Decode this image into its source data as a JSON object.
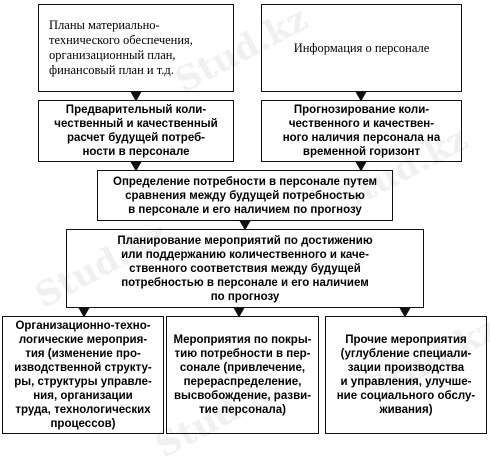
{
  "watermark": "Stud.kz",
  "boxes": {
    "plans": "Планы материально-\nтехнического обеспечения,\nорганизационный план,\nфинансовый план и т.д.",
    "personnel_info": "Информация о персонале",
    "preliminary_calc": "Предварительный коли-\nчественный и качественный\nрасчет будущей потреб-\nности в персонале",
    "forecast": "Прогнозирование коли-\nчественного и качествен-\nного наличия персонала на\nвременной горизонт",
    "needs_determination": "Определение потребности в персонале путем\nсравнения между будущей потребностью\nв персонале и его наличием по прогнозу",
    "planning": "Планирование мероприятий по достижению\nили поддержанию количественного и каче-\nственного соответствия между будущей\nпотребностью в персонале и его наличием\nпо прогнозу",
    "org_tech": "Организационно-техно-\nлогические мероприя-\nтия (изменение про-\nизводственной структу-\nры, структуры управле-\nния, организации\nтруда, технологических\nпроцессов)",
    "coverage": "Мероприятия по покры-\nтию потребности в пер-\nсонале (привлечение,\nперераспределение,\nвысвобождение, разви-\nтие персонала)",
    "other": "Прочие мероприятия\n(углубление специали-\nзации производства\nи управления, улучше-\nние социального обслу-\nживания)"
  }
}
